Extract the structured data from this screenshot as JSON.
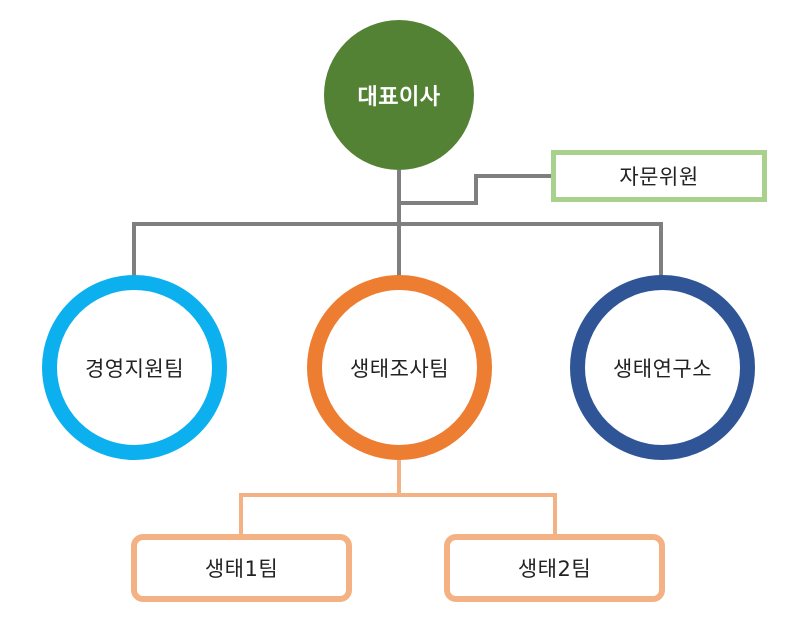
{
  "org": {
    "ceo": "대표이사",
    "advisory": "자문위원",
    "departments": [
      "경영지원팀",
      "생태조사팀",
      "생태연구소"
    ],
    "teams": [
      "생태1팀",
      "생태2팀"
    ]
  },
  "colors": {
    "ceo_fill": "#548235",
    "advisory_border": "#a9d18e",
    "connector": "#7f7f7f",
    "management_support": "#0cb0ef",
    "ecological_survey": "#ed7d31",
    "ecological_research": "#2f5597",
    "team_border": "#f4b183"
  }
}
